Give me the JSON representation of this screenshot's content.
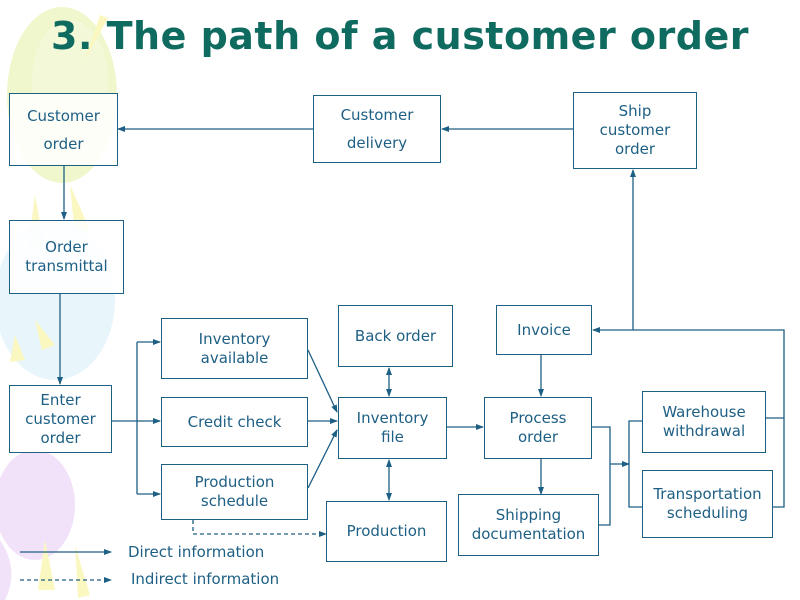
{
  "title": "3. The path of a customer order",
  "nodes": {
    "customer_order": "Customer\norder",
    "customer_delivery": "Customer\ndelivery",
    "ship_customer_order": "Ship\ncustomer\norder",
    "order_transmittal": "Order\ntransmittal",
    "enter_customer_order": "Enter\ncustomer\norder",
    "inventory_available": "Inventory\navailable",
    "credit_check": "Credit check",
    "production_schedule": "Production\nschedule",
    "back_order": "Back order",
    "inventory_file": "Inventory\nfile",
    "production": "Production",
    "invoice": "Invoice",
    "process_order": "Process\norder",
    "shipping_documentation": "Shipping\ndocumentation",
    "warehouse_withdrawal": "Warehouse\nwithdrawal",
    "transportation_scheduling": "Transportation\nscheduling"
  },
  "legend": {
    "direct": "Direct information",
    "indirect": "Indirect information"
  },
  "colors": {
    "title": "#0f6a60",
    "lines": "#1e5f84"
  }
}
